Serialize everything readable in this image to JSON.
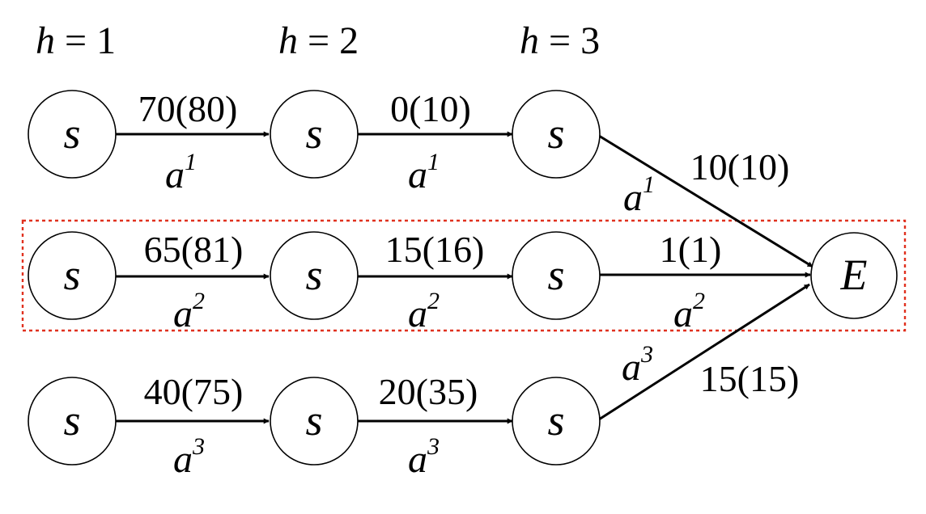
{
  "headers": [
    {
      "var": "h",
      "rest": " = 1"
    },
    {
      "var": "h",
      "rest": " = 2"
    },
    {
      "var": "h",
      "rest": " = 3"
    }
  ],
  "node_label": "s",
  "end_label": "E",
  "action_base": "a",
  "rows": [
    {
      "action_sup": "1",
      "edges": [
        "70(80)",
        "0(10)"
      ],
      "final_edge": "10(10)"
    },
    {
      "action_sup": "2",
      "edges": [
        "65(81)",
        "15(16)"
      ],
      "final_edge": "1(1)",
      "highlighted": true
    },
    {
      "action_sup": "3",
      "edges": [
        "40(75)",
        "20(35)"
      ],
      "final_edge": "15(15)"
    }
  ],
  "colors": {
    "highlight_box": "#e0301e",
    "stroke": "#000000"
  }
}
